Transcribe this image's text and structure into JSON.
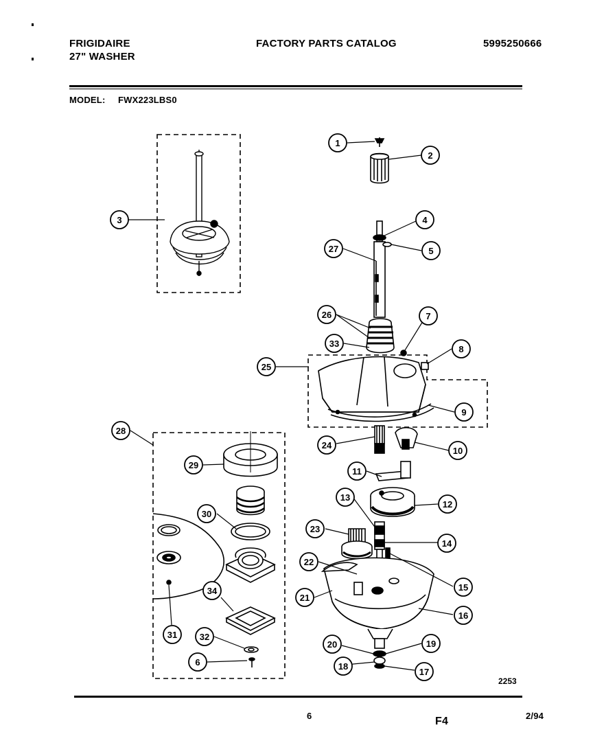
{
  "header": {
    "brand": "FRIGIDAIRE",
    "product": "27\" WASHER",
    "catalog_title": "FACTORY PARTS CATALOG",
    "catalog_number": "5995250666",
    "model_label": "MODEL:",
    "model_value": "FWX223LBS0"
  },
  "diagram": {
    "callouts": [
      "1",
      "2",
      "3",
      "4",
      "5",
      "27",
      "26",
      "7",
      "8",
      "33",
      "25",
      "9",
      "28",
      "24",
      "10",
      "29",
      "11",
      "12",
      "13",
      "23",
      "14",
      "30",
      "22",
      "15",
      "21",
      "16",
      "34",
      "31",
      "32",
      "20",
      "19",
      "6",
      "18",
      "17"
    ],
    "figure_code": "2253"
  },
  "footer": {
    "page_number": "6",
    "figure_id": "F4",
    "date": "2/94"
  },
  "colors": {
    "ink": "#000000",
    "paper": "#ffffff"
  }
}
